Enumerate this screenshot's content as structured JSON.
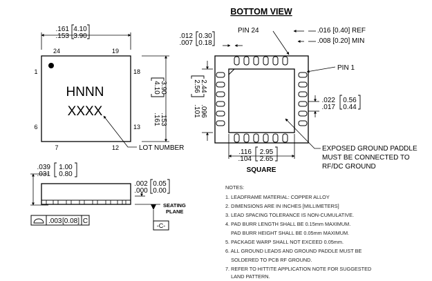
{
  "title": "BOTTOM VIEW",
  "top_view": {
    "width_dim_in": [
      ".161",
      ".153"
    ],
    "width_dim_mm": [
      "4.10",
      "3.90"
    ],
    "height_dim_in": [
      ".161",
      ".153"
    ],
    "height_dim_mm": [
      "4.10",
      "3.90"
    ],
    "pin_24": "24",
    "pin_19": "19",
    "pin_1": "1",
    "pin_18": "18",
    "pin_6": "6",
    "pin_13": "13",
    "pin_7": "7",
    "pin_12": "12",
    "marking_line1": "HNNN",
    "marking_line2": "XXXX",
    "lot_number_label": "LOT NUMBER"
  },
  "side_view": {
    "height_dim_in": [
      ".039",
      ".031"
    ],
    "height_dim_mm": [
      "1.00",
      "0.80"
    ],
    "standoff_dim_in": [
      ".002",
      ".000"
    ],
    "standoff_dim_mm": [
      "0.05",
      "0.00"
    ],
    "seating_plane": [
      "SEATING",
      "PLANE"
    ],
    "datum": "-C-",
    "flatness_value": ".003",
    "flatness_value_mm": "[0.08]",
    "flatness_datum": "C"
  },
  "bottom_view": {
    "lead_width_in": [
      ".012",
      ".007"
    ],
    "lead_width_mm": [
      "0.30",
      "0.18"
    ],
    "pin_24_label": "PIN 24",
    "pitch_ref": ".016 [0.40] REF",
    "min_dim": ".008 [0.20] MIN",
    "pin_1_label": "PIN 1",
    "paddle_height_in": [
      ".101",
      ".096"
    ],
    "paddle_height_mm": [
      "2.56",
      "2.44"
    ],
    "lead_length_in": [
      ".022",
      ".017"
    ],
    "lead_length_mm": [
      "0.56",
      "0.44"
    ],
    "paddle_width_in": [
      ".116",
      ".104"
    ],
    "paddle_width_mm": [
      "2.95",
      "2.65"
    ],
    "square_label": "SQUARE",
    "paddle_note": [
      "EXPOSED GROUND PADDLE",
      "MUST BE CONNECTED TO",
      "RF/DC GROUND"
    ]
  },
  "notes": {
    "heading": "NOTES:",
    "lines": [
      "1. LEADFRAME MATERIAL: COPPER ALLOY",
      "2. DIMENSIONS ARE IN INCHES [MILLIMETERS]",
      "3. LEAD SPACING TOLERANCE IS NON-CUMULATIVE.",
      "4. PAD BURR LENGTH SHALL BE 0.15mm MAXIMUM.",
      "    PAD BURR HEIGHT SHALL BE 0.05mm MAXIMUM.",
      "5. PACKAGE WARP SHALL NOT EXCEED 0.05mm.",
      "6. ALL GROUND LEADS AND GROUND PADDLE MUST BE",
      "    SOLDERED TO PCB RF GROUND.",
      "7. REFER TO HITTITE APPLICATION NOTE FOR SUGGESTED",
      "    LAND PATTERN."
    ]
  }
}
